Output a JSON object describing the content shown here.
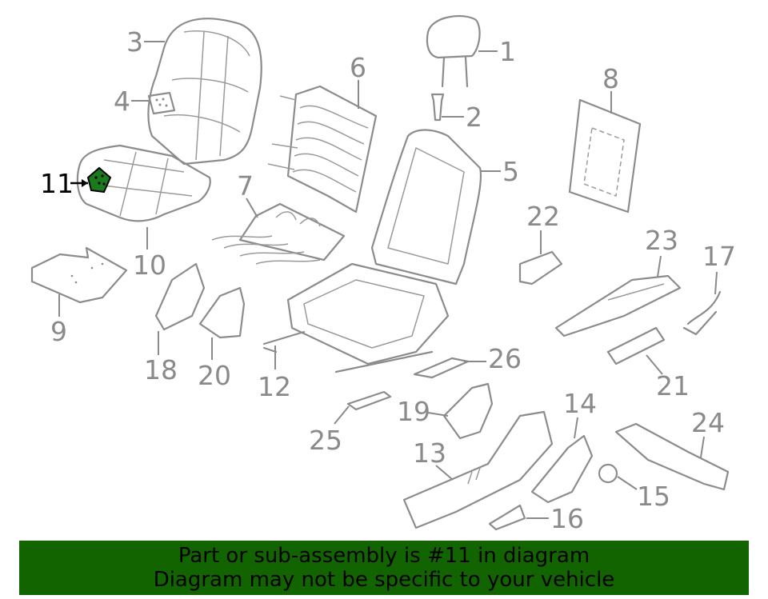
{
  "banner": {
    "line1": "Part or sub-assembly is #11 in diagram",
    "line2": "Diagram may not be specific to your vehicle"
  },
  "highlighted_part": "11",
  "colors": {
    "banner": "#116400",
    "highlight": "#1b7a1b",
    "parts": "#8c8c8c"
  },
  "callouts": {
    "c1": "1",
    "c2": "2",
    "c3": "3",
    "c4": "4",
    "c5": "5",
    "c6": "6",
    "c7": "7",
    "c8": "8",
    "c9": "9",
    "c10": "10",
    "c11": "11",
    "c12": "12",
    "c13": "13",
    "c14": "14",
    "c15": "15",
    "c16": "16",
    "c17": "17",
    "c18": "18",
    "c19": "19",
    "c20": "20",
    "c21": "21",
    "c22": "22",
    "c23": "23",
    "c24": "24",
    "c25": "25",
    "c26": "26"
  }
}
